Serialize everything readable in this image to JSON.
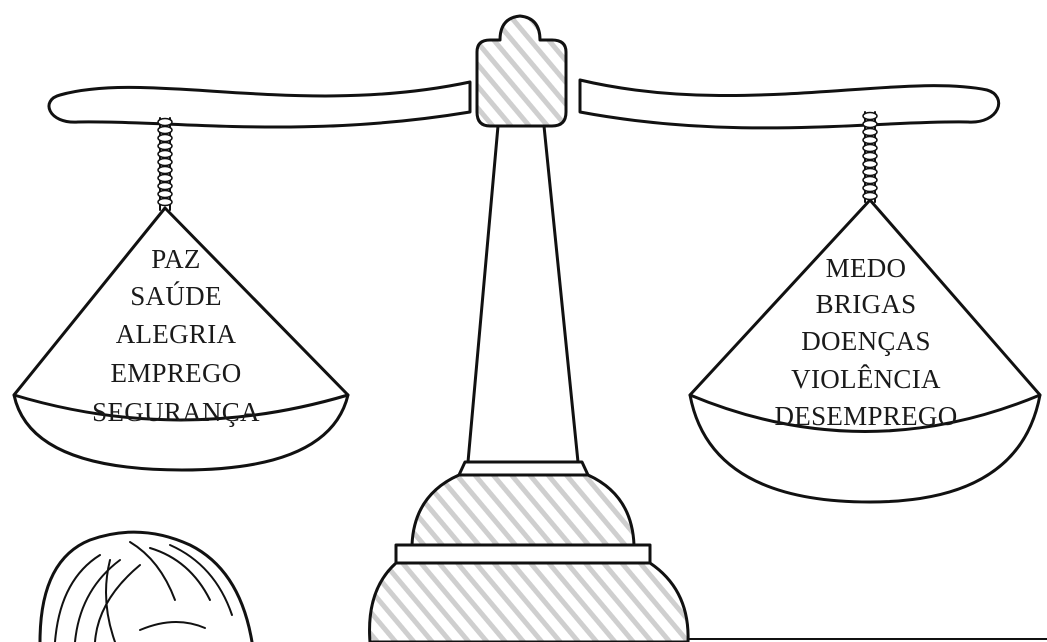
{
  "left_pan": {
    "words": [
      "PAZ",
      "SAÚDE",
      "ALEGRIA",
      "EMPREGO",
      "SEGURANÇA"
    ]
  },
  "right_pan": {
    "words": [
      "MEDO",
      "BRIGAS",
      "DOENÇAS",
      "VIOLÊNCIA",
      "DESEMPREGO"
    ]
  }
}
